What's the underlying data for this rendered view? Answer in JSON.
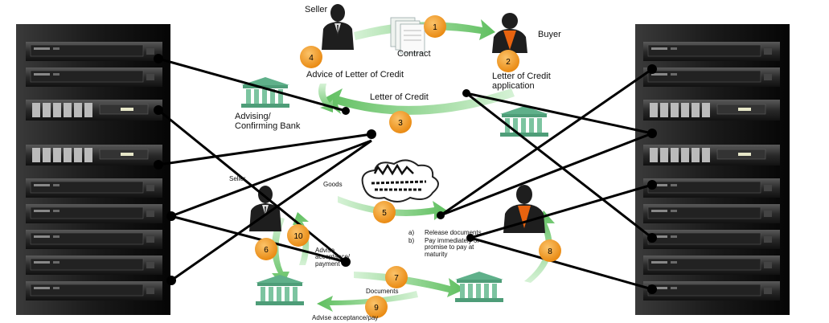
{
  "labels": {
    "seller_top": "Seller",
    "buyer": "Buyer",
    "contract": "Contract",
    "advice_lc": "Advice of Letter of Credit",
    "lc_application_1": "Letter of Credit",
    "lc_application_2": "application",
    "letter_of_credit": "Letter of Credit",
    "advising_bank_1": "Advising/",
    "advising_bank_2": "Confirming Bank",
    "seller_mid": "Seller",
    "goods": "Goods",
    "release_a": "a)",
    "release_a_text": "Release documents",
    "release_b": "b)",
    "release_b_text": "Pay immediately or promise to pay at maturity",
    "advise_acceptance_payment": "Advise acceptance/ payment",
    "documents": "Documents",
    "advise_acceptance_pay": "Advise acceptance/pay"
  },
  "steps": [
    "1",
    "2",
    "3",
    "4",
    "5",
    "6",
    "7",
    "8",
    "9",
    "10"
  ],
  "colors": {
    "step_badge": "#f39a1e",
    "arrow_green": "#86cf86",
    "arrow_green_light": "#c8ecc8",
    "bank_green": "#64b28a",
    "connector": "#000000",
    "rack_dark": "#141414",
    "person_dark": "#1e1e1e",
    "buyer_shirt": "#e8630f"
  },
  "icons": [
    "server-rack-icon",
    "person-icon",
    "bank-icon",
    "cloud-icon",
    "contract-document-icon"
  ]
}
